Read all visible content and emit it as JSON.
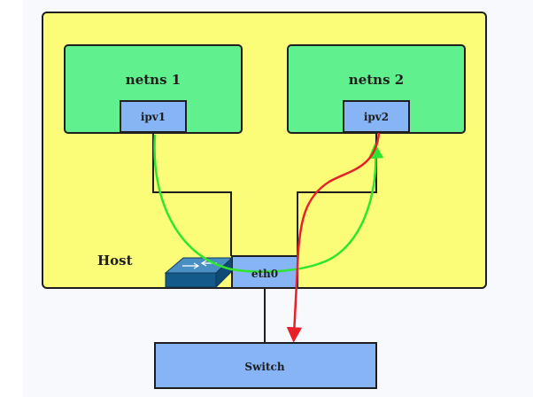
{
  "labels": {
    "netns1": "netns 1",
    "netns2": "netns 2",
    "ipv1": "ipv1",
    "ipv2": "ipv2",
    "eth0": "eth0",
    "host": "Host",
    "switch": "Switch"
  },
  "colors": {
    "host_fill": "#fbfd79",
    "netns_fill": "#61f08e",
    "interface_fill": "#86b4f5",
    "green_path": "#2ee62e",
    "red_path": "#e8202a",
    "switch_icon": "#145a8a"
  },
  "icons": {
    "switch": "network-switch-icon"
  }
}
